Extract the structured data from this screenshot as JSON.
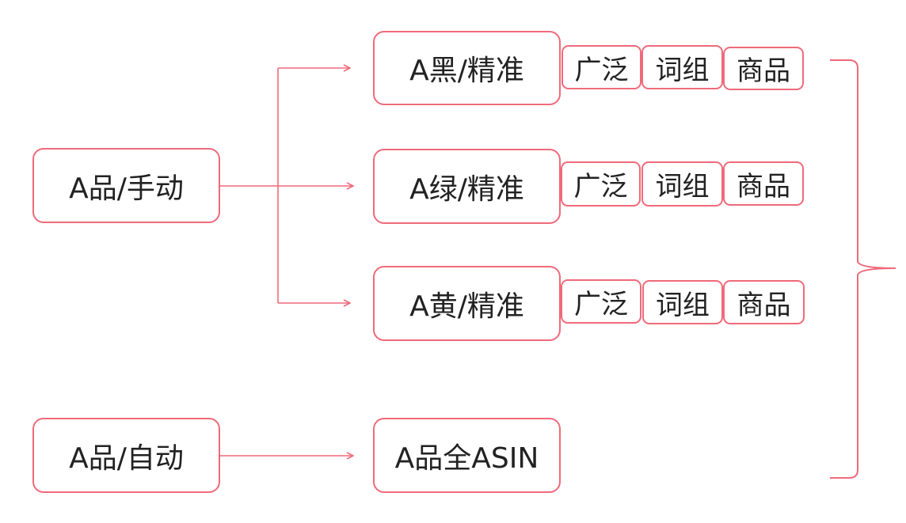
{
  "colors": {
    "stroke": "#ef6a7a",
    "text": "#222222",
    "background": "#ffffff"
  },
  "sources": {
    "manual": "A品/手动",
    "auto": "A品/自动"
  },
  "targets": {
    "black": "A黑/精准",
    "green": "A绿/精准",
    "yellow": "A黄/精准",
    "all_asin": "A品全ASIN"
  },
  "match_types": {
    "broad": "广泛",
    "phrase": "词组",
    "product": "商品"
  }
}
